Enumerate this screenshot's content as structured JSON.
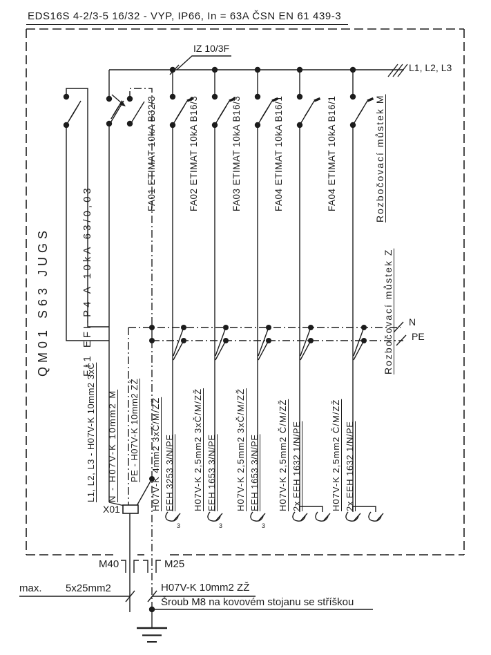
{
  "header": {
    "title": "EDS16S 4-2/3-5 16/32 - VYP, IP66, In = 63A ČSN EN 61 439-3"
  },
  "supply_bus": {
    "feed_label": "IZ 10/3F",
    "phase_label": "L1, L2, L3"
  },
  "devices": [
    {
      "label": "QM01 S63 JUGS"
    },
    {
      "label": "FI1 EFI-P4 A  10kA 63/0,03"
    },
    {
      "label": "FA01 ETIMAT 10kA B32/3"
    },
    {
      "label": "FA02 ETIMAT 10kA B16/3"
    },
    {
      "label": "FA03 ETIMAT 10kA B16/3"
    },
    {
      "label": "FA04 ETIMAT 10kA B16/1"
    },
    {
      "label": "FA04 ETIMAT 10kA B16/1"
    }
  ],
  "npe": {
    "n_label": "N",
    "pe_label": "PE",
    "bridge_m": "Rozbočovací můstek M",
    "bridge_z": "Rozbočovací můstek Z"
  },
  "incoming": {
    "l_cable": "L1, L2, L3 - H07V-K 10mm2 3xČ",
    "n_cable": "N - H07V-K 10mm2 M",
    "pe_cable": "PE - H07V-K 10mm2 ZŽ",
    "terminal": "X01"
  },
  "outputs": [
    {
      "cable": "H07V-K 4mm2 3xČ/M/ZŽ",
      "socket": "EEH 3253 3/N/PE",
      "phase_mark": "3"
    },
    {
      "cable": "H07V-K 2,5mm2 3xČ/M/ZŽ",
      "socket": "EEH 1653 3/N/PE",
      "phase_mark": "3"
    },
    {
      "cable": "H07V-K 2,5mm2 3xČ/M/ZŽ",
      "socket": "EEH 1653 3/N/PE",
      "phase_mark": "3"
    },
    {
      "cable": "H07V-K 2,5mm2 Č/M/ZŽ",
      "socket": "2x EEH 1632 1/N/PE",
      "phase_mark": ""
    },
    {
      "cable": "H07V-K 2,5mm2 Č/M/ZŽ",
      "socket": "2x EEH 1632 1/N/PE",
      "phase_mark": ""
    }
  ],
  "bottom": {
    "gland_left": "M40",
    "gland_right": "M25",
    "max_label": "max.",
    "max_value": "5x25mm2",
    "pe_conductor": "H07V-K 10mm2 ZŽ",
    "screw_note": "Šroub M8 na kovovém stojanu se stříškou"
  }
}
